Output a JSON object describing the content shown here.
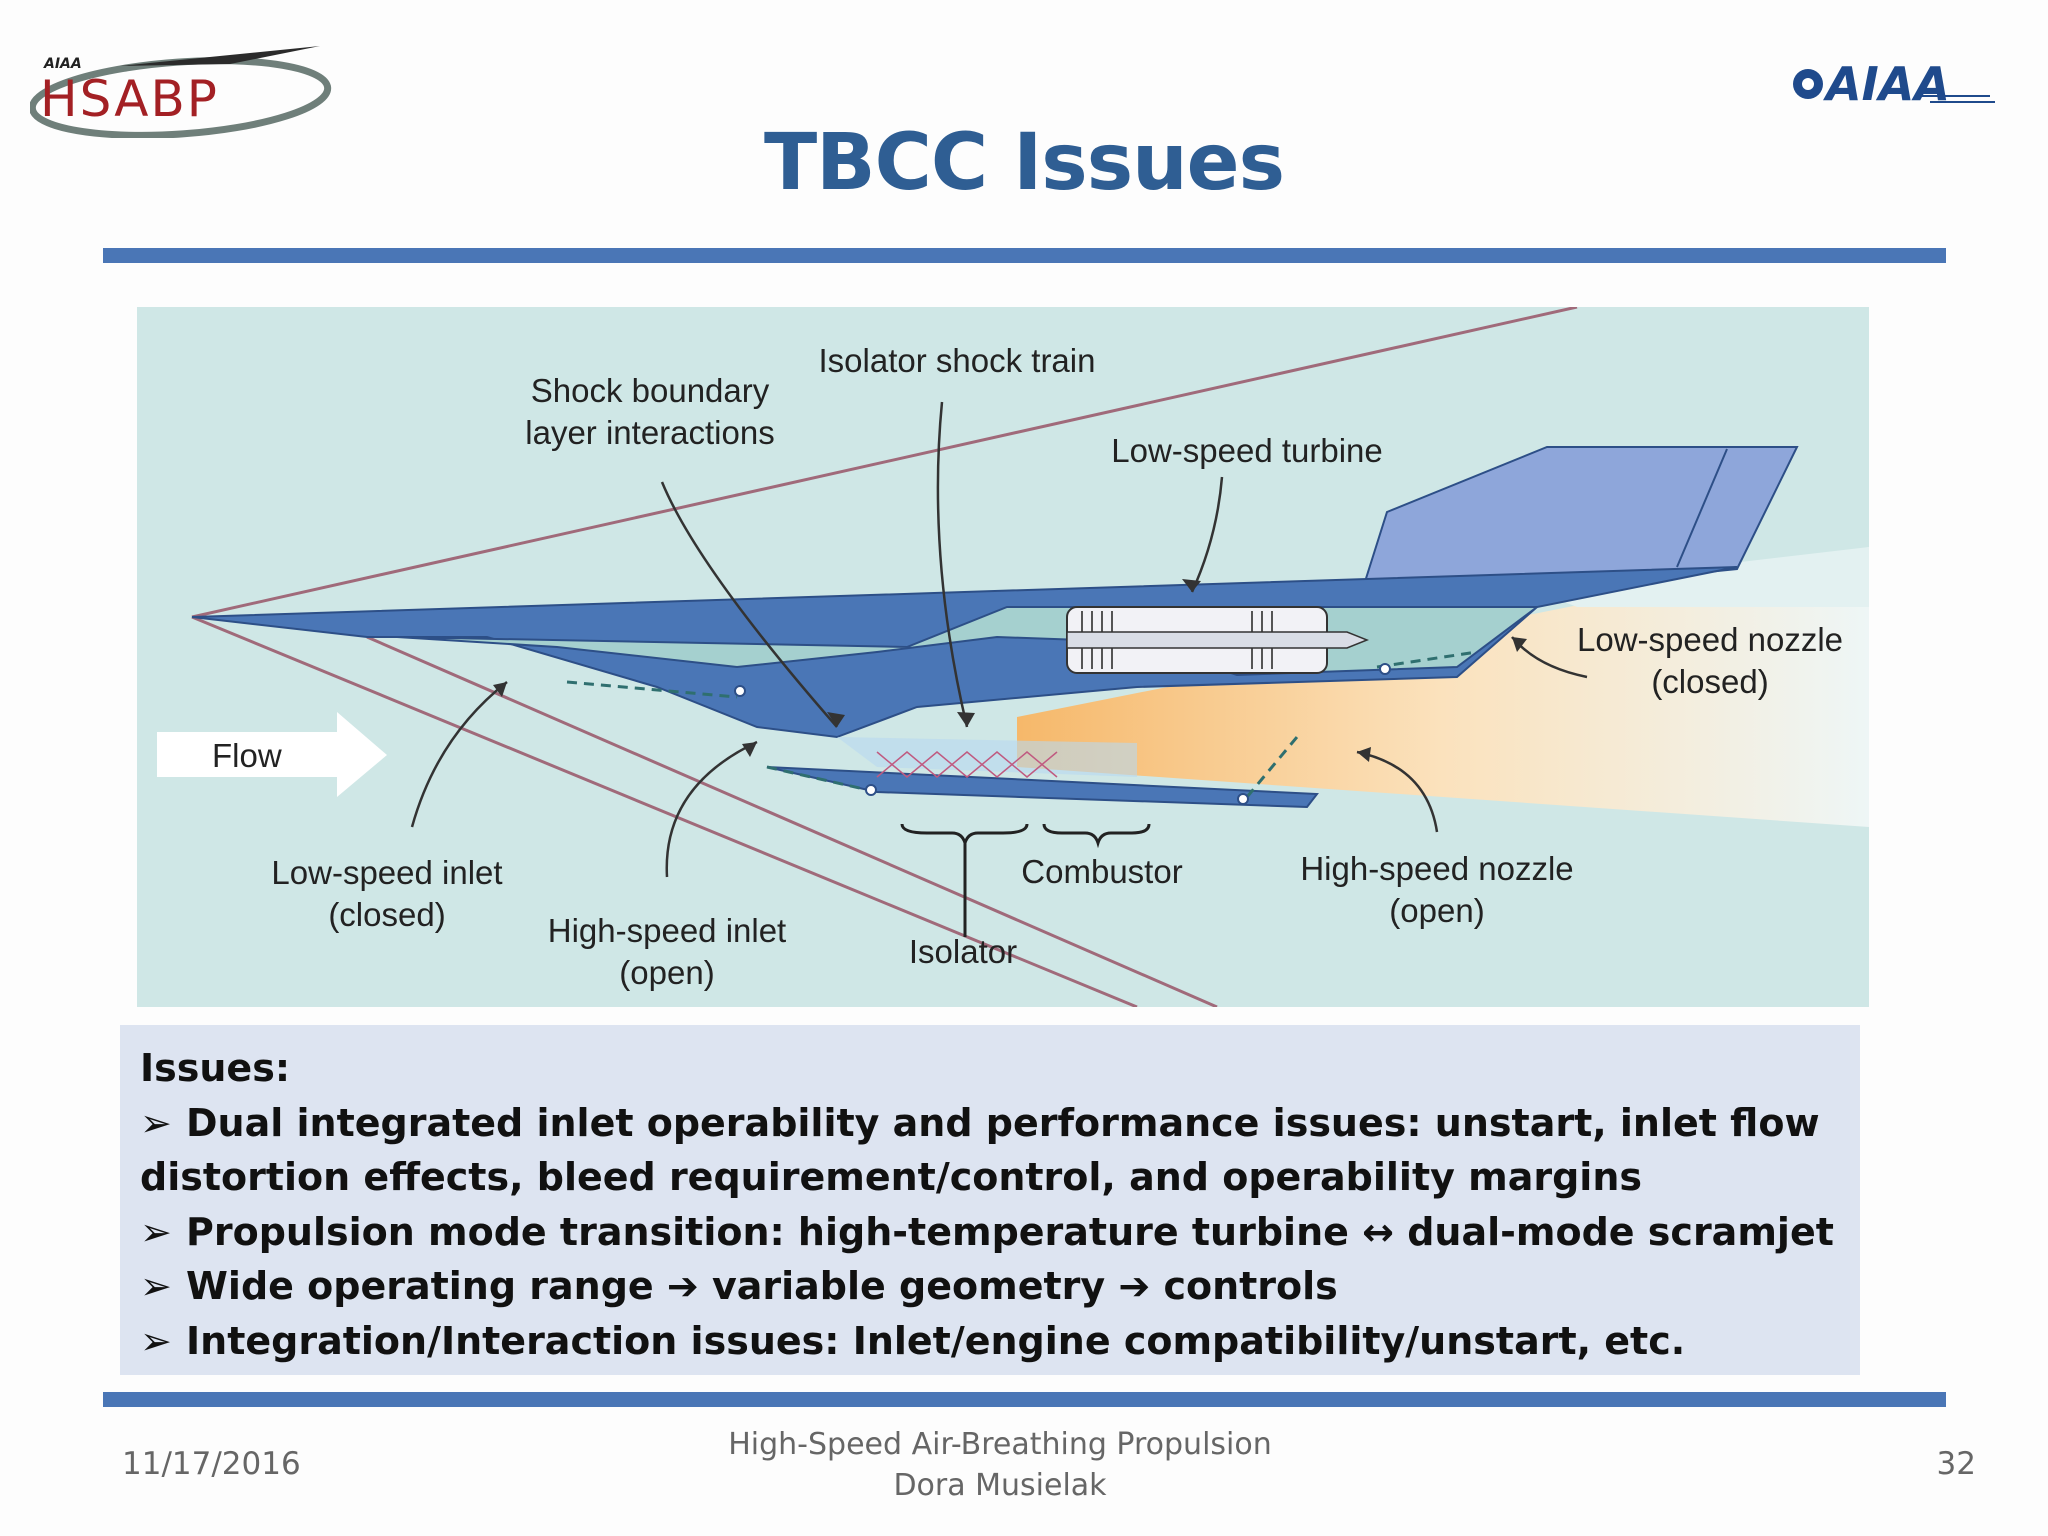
{
  "header": {
    "logo_left": {
      "small": "AIAA",
      "main": "HSABP"
    },
    "logo_right": "AIAA",
    "title": "TBCC Issues"
  },
  "diagram": {
    "labels": {
      "isolator_shock_train": "Isolator shock train",
      "shock_boundary_1": "Shock boundary",
      "shock_boundary_2": "layer interactions",
      "low_speed_turbine": "Low-speed turbine",
      "low_speed_nozzle_1": "Low-speed nozzle",
      "low_speed_nozzle_2": "(closed)",
      "flow": "Flow",
      "low_speed_inlet_1": "Low-speed inlet",
      "low_speed_inlet_2": "(closed)",
      "high_speed_inlet_1": "High-speed inlet",
      "high_speed_inlet_2": "(open)",
      "combustor": "Combustor",
      "isolator": "Isolator",
      "high_speed_nozzle_1": "High-speed nozzle",
      "high_speed_nozzle_2": "(open)"
    },
    "colors": {
      "background": "#cfe7e6",
      "body": "#4a76b6",
      "body_dark": "#3b64a3",
      "fin": "#8ea6da",
      "duct": "#a5d0cf",
      "exhaust": "#f6c88a"
    }
  },
  "issues": {
    "heading": "Issues:",
    "bullet_mark": "➢",
    "items": [
      "Dual integrated inlet operability and performance issues: unstart, inlet flow distortion effects, bleed requirement/control, and operability margins",
      "Propulsion mode transition: high-temperature turbine ↔  dual-mode scramjet",
      "Wide operating range ➔ variable geometry ➔ controls",
      "Integration/Interaction issues: Inlet/engine compatibility/unstart, etc."
    ]
  },
  "footer": {
    "date": "11/17/2016",
    "line1": "High-Speed Air-Breathing Propulsion",
    "line2": "Dora Musielak",
    "page": "32"
  }
}
